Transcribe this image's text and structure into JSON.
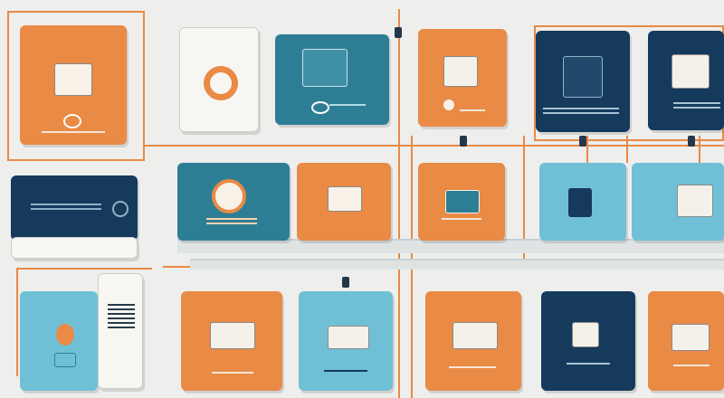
{
  "scene": {
    "colors": {
      "orange": "#e98a45",
      "teal": "#2d7e95",
      "navy": "#163a5c",
      "sky": "#6fc0d6",
      "paper": "#f7f6f2",
      "wire": "#e98a45",
      "background": "#eeeeec"
    },
    "cards": [
      {
        "id": "card-1",
        "color": "orange",
        "icon": "switch-icon"
      },
      {
        "id": "card-2",
        "color": "white",
        "icon": "gear-ring-icon"
      },
      {
        "id": "card-3",
        "color": "teal",
        "icon": "control-panel-icon"
      },
      {
        "id": "card-4",
        "color": "orange",
        "icon": "keypad-icon"
      },
      {
        "id": "card-5",
        "color": "navy",
        "icon": "grid-panel-icon"
      },
      {
        "id": "card-6",
        "color": "navy",
        "icon": "device-icon"
      },
      {
        "id": "card-7",
        "color": "navy",
        "icon": "monitor-icon"
      },
      {
        "id": "card-8",
        "color": "teal",
        "icon": "gear-icon"
      },
      {
        "id": "card-9",
        "color": "orange",
        "icon": "laptop-icon"
      },
      {
        "id": "card-10",
        "color": "orange",
        "icon": "router-icon"
      },
      {
        "id": "card-11",
        "color": "sky",
        "icon": "tablet-icon"
      },
      {
        "id": "card-12",
        "color": "sky",
        "icon": "printer-icon"
      },
      {
        "id": "card-13",
        "color": "sky",
        "icon": "plant-icon"
      },
      {
        "id": "card-14",
        "color": "orange",
        "icon": "modem-icon"
      },
      {
        "id": "card-15",
        "color": "sky",
        "icon": "receiver-icon"
      },
      {
        "id": "card-16",
        "color": "orange",
        "icon": "server-icon"
      },
      {
        "id": "card-17",
        "color": "navy",
        "icon": "camera-icon"
      },
      {
        "id": "card-18",
        "color": "orange",
        "icon": "box-icon"
      }
    ]
  }
}
